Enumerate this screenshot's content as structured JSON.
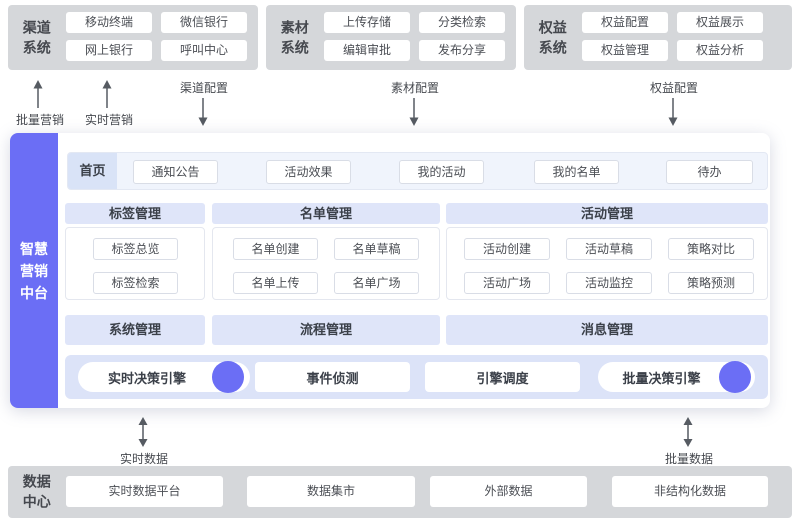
{
  "top_systems": [
    {
      "name": "渠道系统",
      "items": [
        "移动终端",
        "微信银行",
        "网上银行",
        "呼叫中心"
      ]
    },
    {
      "name": "素材系统",
      "items": [
        "上传存储",
        "分类检索",
        "编辑审批",
        "发布分享"
      ]
    },
    {
      "name": "权益系统",
      "items": [
        "权益配置",
        "权益展示",
        "权益管理",
        "权益分析"
      ]
    }
  ],
  "flow_labels": {
    "batch_marketing": "批量营销",
    "realtime_marketing": "实时营销",
    "channel_config": "渠道配置",
    "material_config": "素材配置",
    "benefit_config": "权益配置",
    "realtime_data": "实时数据",
    "batch_data": "批量数据"
  },
  "platform": {
    "title": "智慧营销中台",
    "home_tab": "首页",
    "nav_items": [
      "通知公告",
      "活动效果",
      "我的活动",
      "我的名单",
      "待办"
    ],
    "sections": [
      {
        "title": "标签管理",
        "items": [
          "标签总览",
          "标签检索"
        ]
      },
      {
        "title": "名单管理",
        "items": [
          "名单创建",
          "名单草稿",
          "名单上传",
          "名单广场"
        ]
      },
      {
        "title": "活动管理",
        "items": [
          "活动创建",
          "活动草稿",
          "策略对比",
          "活动广场",
          "活动监控",
          "策略预测"
        ]
      }
    ],
    "bottom_sections": [
      "系统管理",
      "流程管理",
      "消息管理"
    ],
    "engines": [
      "实时决策引擎",
      "事件侦测",
      "引擎调度",
      "批量决策引擎"
    ]
  },
  "data_center": {
    "name": "数据中心",
    "items": [
      "实时数据平台",
      "数据集市",
      "外部数据",
      "非结构化数据"
    ]
  },
  "colors": {
    "accent_purple": "#6b6ef5",
    "box_gray": "#d5d7da",
    "section_header": "#dfe5f9",
    "engine_band": "#dce3f8",
    "topbar_bg": "#f0f4fc",
    "home_cell": "#d9e3f7"
  }
}
